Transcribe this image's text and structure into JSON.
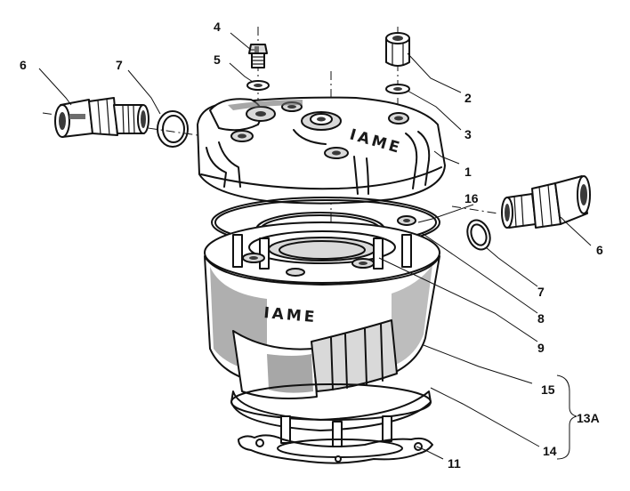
{
  "brand_marks": {
    "head": "IAME",
    "cylinder": "IAME"
  },
  "callouts": {
    "c1": "1",
    "c2": "2",
    "c3": "3",
    "c4": "4",
    "c5": "5",
    "c6_left": "6",
    "c6_right": "6",
    "c7_left": "7",
    "c7_right": "7",
    "c8": "8",
    "c9": "9",
    "c11": "11",
    "c13a": "13A",
    "c14": "14",
    "c15": "15",
    "c16": "16"
  },
  "colors": {
    "ink": "#111111",
    "background": "#ffffff",
    "shading": "#6d6d6d"
  }
}
